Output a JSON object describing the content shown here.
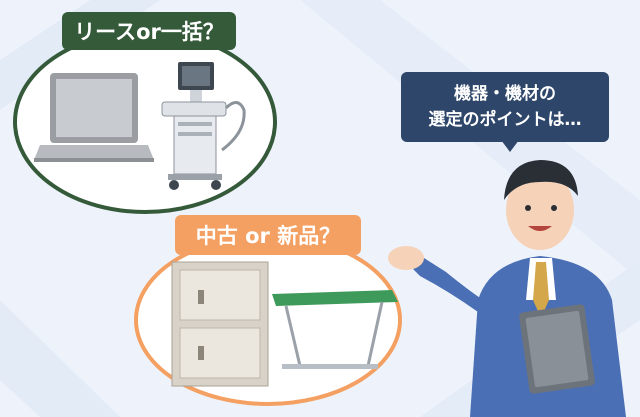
{
  "bubble_lease": {
    "label": "リースor一括？"
  },
  "bubble_used": {
    "label": "中古 or 新品？"
  },
  "speech": {
    "line1": "機器・機材の",
    "line2": "選定のポイントは…"
  },
  "colors": {
    "background": "#eef3fb",
    "lease_accent": "#345a3a",
    "used_accent": "#f4a062",
    "speech_bg": "#2d466a",
    "suit": "#4a6fb5"
  },
  "icons": [
    "laptop-icon",
    "ultrasound-machine-icon",
    "storage-cabinet-icon",
    "folding-table-icon",
    "businessman-icon"
  ]
}
